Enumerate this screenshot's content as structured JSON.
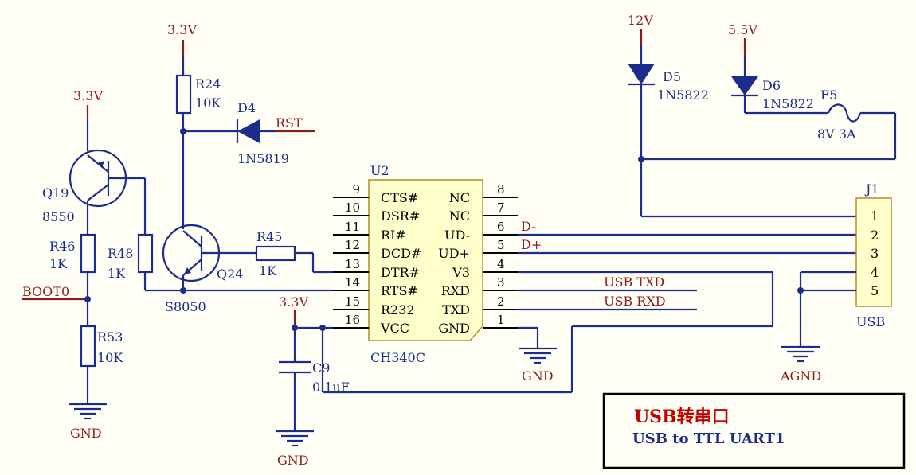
{
  "power": {
    "v33_q19": "3.3V",
    "v33_r24": "3.3V",
    "v33_vcc": "3.3V",
    "v12": "12V",
    "v55": "5.5V",
    "gnd_left": "GND",
    "gnd_c9": "GND",
    "gnd_u2": "GND",
    "agnd": "AGND"
  },
  "components": {
    "q19": {
      "ref": "Q19",
      "value": "8550"
    },
    "q24": {
      "ref": "Q24",
      "value": "S8050"
    },
    "r46": {
      "ref": "R46",
      "value": "1K"
    },
    "r48": {
      "ref": "R48",
      "value": "1K"
    },
    "r53": {
      "ref": "R53",
      "value": "10K"
    },
    "r24": {
      "ref": "R24",
      "value": "10K"
    },
    "r45": {
      "ref": "R45",
      "value": "1K"
    },
    "d4": {
      "ref": "D4",
      "value": "1N5819"
    },
    "d5": {
      "ref": "D5",
      "value": "1N5822"
    },
    "d6": {
      "ref": "D6",
      "value": "1N5822"
    },
    "f5": {
      "ref": "F5",
      "value": "8V 3A"
    },
    "c9": {
      "ref": "C9",
      "value": "0.1uF"
    },
    "u2": {
      "ref": "U2",
      "value": "CH340C"
    },
    "j1": {
      "ref": "J1",
      "value": "USB"
    }
  },
  "nets": {
    "boot0": "BOOT0",
    "rst": "RST",
    "dminus": "D-",
    "dplus": "D+",
    "usb_txd": "USB  TXD",
    "usb_rxd": "USB  RXD"
  },
  "u2_pins": {
    "left": [
      {
        "num": "9",
        "name": "CTS#"
      },
      {
        "num": "10",
        "name": "DSR#"
      },
      {
        "num": "11",
        "name": "RI#"
      },
      {
        "num": "12",
        "name": "DCD#"
      },
      {
        "num": "13",
        "name": "DTR#"
      },
      {
        "num": "14",
        "name": "RTS#"
      },
      {
        "num": "15",
        "name": "R232"
      },
      {
        "num": "16",
        "name": "VCC"
      }
    ],
    "right": [
      {
        "num": "8",
        "name": "NC"
      },
      {
        "num": "7",
        "name": "NC"
      },
      {
        "num": "6",
        "name": "UD-"
      },
      {
        "num": "5",
        "name": "UD+"
      },
      {
        "num": "4",
        "name": "V3"
      },
      {
        "num": "3",
        "name": "RXD"
      },
      {
        "num": "2",
        "name": "TXD"
      },
      {
        "num": "1",
        "name": "GND"
      }
    ]
  },
  "j1_pins": [
    "1",
    "2",
    "3",
    "4",
    "5"
  ],
  "title_box": {
    "line1": "USB转串口",
    "line2": "USB to TTL UART1"
  },
  "colors": {
    "wire": "#1B2C8C",
    "power": "#8B1A1A",
    "chip_fill": "#FFFFCC",
    "title_red": "#C00000"
  }
}
